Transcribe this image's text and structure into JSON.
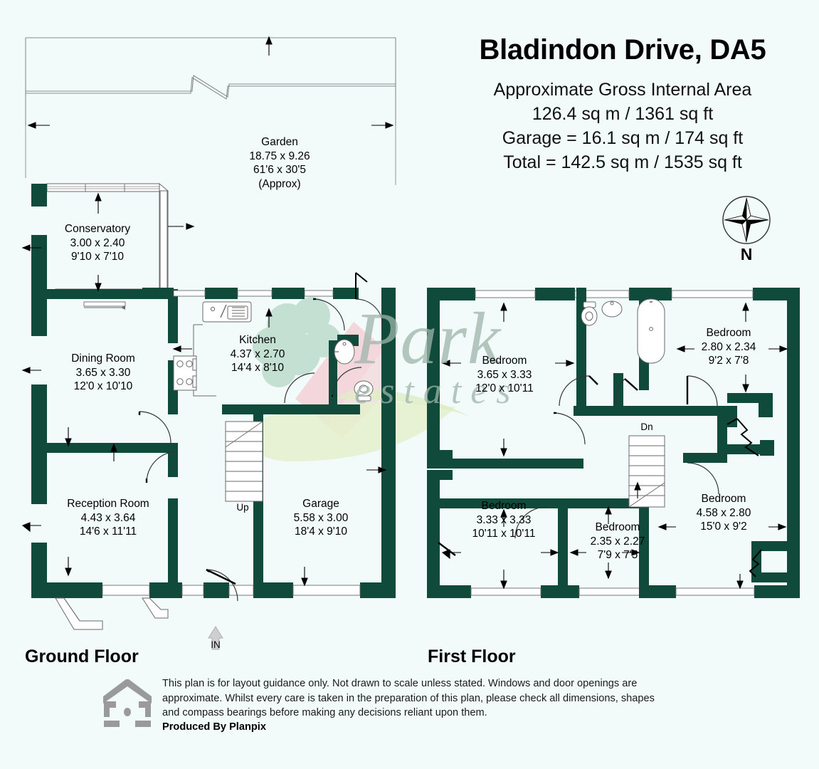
{
  "page": {
    "background_color": "#f2fafa",
    "wall_color": "#0f4a3a",
    "line_color": "#555555"
  },
  "header": {
    "title": "Bladindon Drive, DA5",
    "line1": "Approximate Gross Internal Area",
    "line2": "126.4 sq m / 1361 sq ft",
    "line3": "Garage = 16.1 sq m / 174 sq ft",
    "line4": "Total = 142.5 sq m / 1535 sq ft"
  },
  "compass": {
    "label": "N",
    "icon": "compass-rose-icon"
  },
  "floors": [
    {
      "id": "ground",
      "title": "Ground Floor"
    },
    {
      "id": "first",
      "title": "First Floor"
    }
  ],
  "ground_floor": {
    "title": "Ground Floor",
    "entrance_label": "IN",
    "stairs_label": "Up",
    "rooms": [
      {
        "id": "garden",
        "name": "Garden",
        "metric": "18.75 x 9.26",
        "imperial": "61'6 x 30'5",
        "note": "(Approx)"
      },
      {
        "id": "conservatory",
        "name": "Conservatory",
        "metric": "3.00 x 2.40",
        "imperial": "9'10 x 7'10",
        "note": ""
      },
      {
        "id": "dining-room",
        "name": "Dining Room",
        "metric": "3.65 x 3.30",
        "imperial": "12'0 x 10'10",
        "note": ""
      },
      {
        "id": "kitchen",
        "name": "Kitchen",
        "metric": "4.37 x 2.70",
        "imperial": "14'4 x 8'10",
        "note": ""
      },
      {
        "id": "reception-room",
        "name": "Reception Room",
        "metric": "4.43 x 3.64",
        "imperial": "14'6 x 11'11",
        "note": ""
      },
      {
        "id": "garage",
        "name": "Garage",
        "metric": "5.58 x 3.00",
        "imperial": "18'4 x 9'10",
        "note": ""
      }
    ]
  },
  "first_floor": {
    "title": "First Floor",
    "stairs_label": "Dn",
    "rooms": [
      {
        "id": "bedroom-1",
        "name": "Bedroom",
        "metric": "3.65 x 3.33",
        "imperial": "12'0 x 10'11",
        "note": ""
      },
      {
        "id": "bedroom-2",
        "name": "Bedroom",
        "metric": "2.80 x 2.34",
        "imperial": "9'2 x 7'8",
        "note": ""
      },
      {
        "id": "bedroom-3",
        "name": "Bedroom",
        "metric": "3.33 x 3.33",
        "imperial": "10'11 x 10'11",
        "note": ""
      },
      {
        "id": "bedroom-4",
        "name": "Bedroom",
        "metric": "2.35 x 2.27",
        "imperial": "7'9 x 7'5",
        "note": ""
      },
      {
        "id": "bedroom-5",
        "name": "Bedroom",
        "metric": "4.58 x 2.80",
        "imperial": "15'0 x 9'2",
        "note": ""
      }
    ]
  },
  "watermark": {
    "line1": "Park",
    "line2": "estates"
  },
  "footer": {
    "disclaimer": "This plan is for layout guidance only. Not drawn to scale unless stated. Windows and door openings are approximate. Whilst every care is taken in the preparation of this plan, please check all dimensions, shapes and compass bearings before making any decisions reliant upon them.",
    "producer": "Produced By Planpix"
  }
}
